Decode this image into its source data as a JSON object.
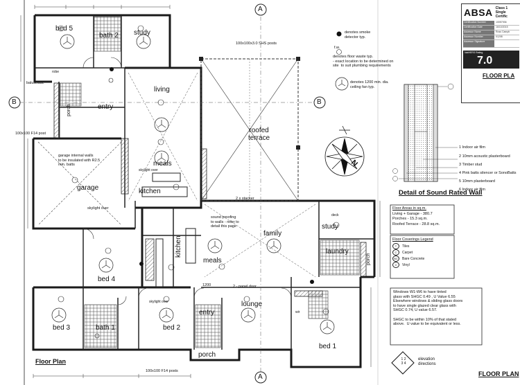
{
  "rooms": {
    "bed5": "bed 5",
    "bath2": "bath 2",
    "study_top": "study",
    "living": "living",
    "meals_top": "meals",
    "kitchen_top": "kitchen",
    "entry_top": "entry",
    "garage": "garage",
    "roofed_terrace": "roofed\nterrace",
    "family": "family",
    "meals_mid": "meals",
    "kitchen_mid": "kitchen",
    "study_right": "study",
    "laundry": "laundry",
    "bed4": "bed 4",
    "bed3": "bed 3",
    "bath1": "bath 1",
    "bed2": "bed 2",
    "lounge": "lounge",
    "entry_bottom": "entry",
    "porch_bottom": "porch",
    "bed1": "bed 1",
    "porch_left": "porch",
    "porch_right": "porch",
    "robe": "robe",
    "wir": "wir",
    "deck": "deck",
    "balustrade": "balustrade",
    "skylight_over": "skylight over"
  },
  "notes": {
    "shs_posts": "100x100x3.0 SHS posts",
    "smoke": "denotes smoke\ndetector typ.",
    "fw": "denotes floor waste typ.\n- exact location to be determined on\nsite  to suit plumbing requirements",
    "ceiling_fan": "denotes 1200 min. dia.\nceiling fan typ.",
    "garage_walls": "garage internal walls\nto be insulated with R2.5\nmin. batts",
    "f14_post_left": "100x100 F14 post",
    "f14_post_bottom": "100x100 F14 posts",
    "sound_proofing": "sound proofing\nto walls - refer to\ndetail this page",
    "skylight_garage": "skylight over",
    "stacker": "2 x stacker",
    "panel_door": "2 - panel door",
    "dim_1200": "1200",
    "fw_small": "f.w."
  },
  "sound_wall": {
    "title": "Detail of Sound Rated Wall",
    "items": [
      "1  Indoor air film",
      "2  10mm acoustic plasterboard",
      "3  Timber stud",
      "4  Pink batts silencer or SonoBatts",
      "5  10mm plasterboard",
      "6  Indoor air film"
    ]
  },
  "floor_areas": {
    "title": "Floor Areas in sq.m.",
    "lines": [
      "Living + Garage - 380.7",
      "Porches - 15.3 sq.m.",
      "Roofed Terrace - 28.8 sq.m."
    ]
  },
  "floor_legend": {
    "title": "Floor Coverings Legend",
    "items": [
      {
        "sym": "T",
        "label": "Tiles"
      },
      {
        "sym": "C",
        "label": "Carpet"
      },
      {
        "sym": "BC",
        "label": "Bare Concrete"
      },
      {
        "sym": "V",
        "label": "Vinyl"
      }
    ]
  },
  "windows_note": "Windows W1-W6 to have tinted\nglass with SHGC 0.49 , U Value 6.55\nElsewhere windows & sliding glass doors\nto have single glazed clear glass with\nSHGC 0.74, U value 6.57.\n\nSHGC to be within 10% of that stated\nabove.  U value to be equivalent or less.",
  "abas": {
    "logo": "ABSA",
    "class_text": "Class 1\nSingle\nCertific",
    "rows": [
      {
        "k": "Certification Number",
        "v": "10057936"
      },
      {
        "k": "Certification Date",
        "v": "16/10/2015"
      },
      {
        "k": "Assessor Name",
        "v": "Ross Campb"
      },
      {
        "k": "Assessor Number",
        "v": "01208"
      },
      {
        "k": "Assessor Signature",
        "v": ""
      }
    ],
    "rating_label": "NatHERS Rating",
    "rating": "7.0",
    "corner_title": "FLOOR PLA"
  },
  "titles": {
    "floor_plan": "Floor Plan",
    "elevation": "elevation\ndirections",
    "floor_plan_caps": "FLOOR PLAN"
  },
  "grid_markers": {
    "A_top": "A",
    "A_bottom": "A",
    "B_left": "B",
    "B_right": "B"
  },
  "compass": {
    "north": "N"
  },
  "elevation_nums": [
    "1",
    "2",
    "3",
    "4"
  ],
  "colors": {
    "ink": "#111111",
    "wall": "#1a1a1a",
    "hatch": "#555555",
    "light": "#888888"
  }
}
